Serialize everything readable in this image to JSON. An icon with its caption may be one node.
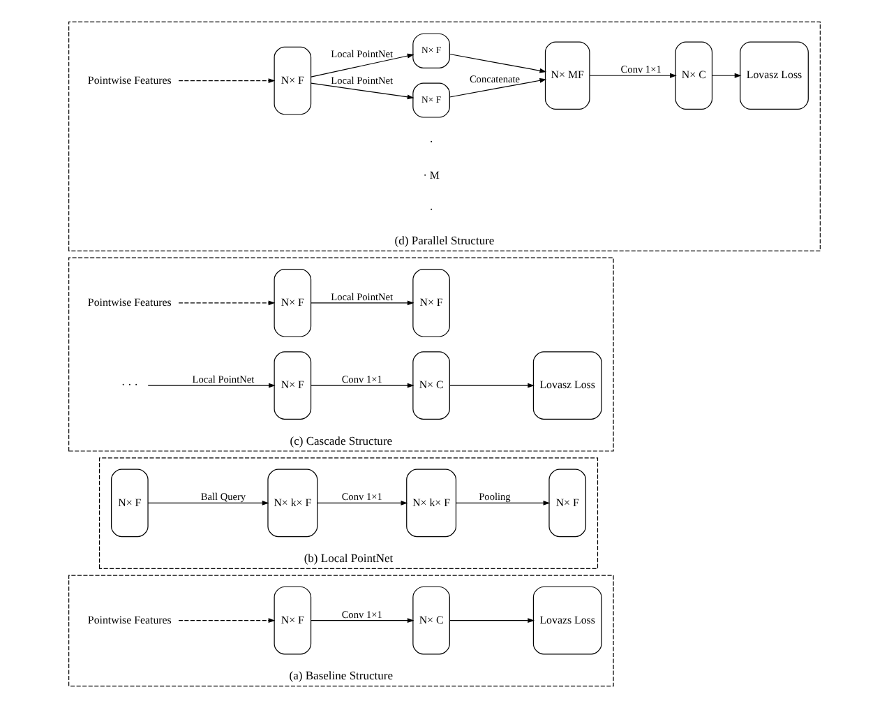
{
  "diagram": {
    "nodes": [
      {
        "text": [
          "(a) Baseline Structure"
        ]
      },
      {
        "text": [
          "Pointwise Features"
        ],
        "in": 0
      },
      {
        "text": [
          "N× F"
        ],
        "in": 0
      },
      {
        "text": [
          "N× C"
        ],
        "in": 0
      },
      {
        "text": [
          "Lovazs Loss"
        ],
        "in": 0
      },
      {
        "text": [
          "(b) Local PointNet"
        ]
      },
      {
        "text": [
          "N× F"
        ],
        "in": 5
      },
      {
        "text": [
          "N× k× F"
        ],
        "in": 5
      },
      {
        "text": [
          "N× k× F"
        ],
        "in": 5
      },
      {
        "text": [
          "N× F"
        ],
        "in": 5
      },
      {
        "text": [
          "(c) Cascade Structure"
        ]
      },
      {
        "text": [
          "Pointwise Features"
        ],
        "in": 10
      },
      {
        "text": [
          "N× F"
        ],
        "in": 10
      },
      {
        "text": [
          "N× F"
        ],
        "in": 10
      },
      {
        "text": [
          "· · ·"
        ],
        "in": 10
      },
      {
        "text": [
          "N× F"
        ],
        "in": 10
      },
      {
        "text": [
          "N× C"
        ],
        "in": 10
      },
      {
        "text": [
          "Lovasz Loss"
        ],
        "in": 10
      },
      {
        "text": [
          "(d) Parallel Structure"
        ]
      },
      {
        "text": [
          "Pointwise Features"
        ],
        "in": 18
      },
      {
        "text": [
          "N× F"
        ],
        "in": 18
      },
      {
        "text": [
          "N× F"
        ],
        "in": 18
      },
      {
        "text": [
          "N× F"
        ],
        "in": 18
      },
      {
        "text": [
          "N× MF"
        ],
        "in": 18
      },
      {
        "text": [
          "N× C"
        ],
        "in": 18
      },
      {
        "text": [
          "Lovasz Loss"
        ],
        "in": 18
      }
    ],
    "edges": [
      {
        "from": 1,
        "to": 2,
        "arrow": "to",
        "style": "dashed"
      },
      {
        "from": 2,
        "to": 3,
        "arrow": "to",
        "label": "Conv 1×1"
      },
      {
        "from": 3,
        "to": 4,
        "arrow": "to"
      },
      {
        "from": 6,
        "to": 7,
        "arrow": "to",
        "label": "Ball Query"
      },
      {
        "from": 7,
        "to": 8,
        "arrow": "to",
        "label": "Conv 1×1"
      },
      {
        "from": 8,
        "to": 9,
        "arrow": "to",
        "label": "Pooling"
      },
      {
        "from": 11,
        "to": 12,
        "arrow": "to",
        "style": "dashed"
      },
      {
        "from": 12,
        "to": 13,
        "arrow": "to",
        "label": "Local PointNet"
      },
      {
        "from": 14,
        "to": 15,
        "arrow": "to",
        "label": "Local PointNet"
      },
      {
        "from": 15,
        "to": 16,
        "arrow": "to",
        "label": "Conv 1×1"
      },
      {
        "from": 16,
        "to": 17,
        "arrow": "to"
      },
      {
        "from": 19,
        "to": 20,
        "arrow": "to",
        "style": "dashed"
      },
      {
        "from": 20,
        "to": 21,
        "arrow": "to",
        "label": "Local PointNet"
      },
      {
        "from": 20,
        "to": 22,
        "arrow": "to",
        "label": "Local PointNet"
      },
      {
        "from": 21,
        "to": 23,
        "arrow": "to",
        "label": "Concatenate"
      },
      {
        "from": 22,
        "to": 23,
        "arrow": "to"
      },
      {
        "from": 23,
        "to": 24,
        "arrow": "to",
        "label": "Conv 1×1"
      },
      {
        "from": 24,
        "to": 25,
        "arrow": "to"
      }
    ],
    "labels": [
      "·",
      "· M",
      "·"
    ]
  }
}
